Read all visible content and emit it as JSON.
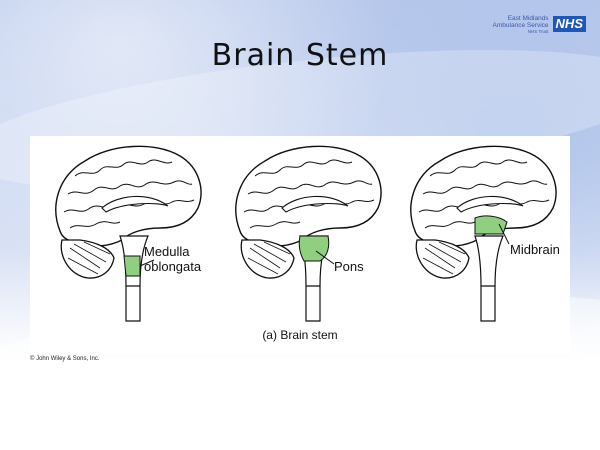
{
  "slide": {
    "title": "Brain Stem"
  },
  "logo": {
    "line1": "East Midlands",
    "line2": "Ambulance Service",
    "line3": "NHS Trust",
    "badge": "NHS"
  },
  "figure": {
    "labels": {
      "medulla": "Medulla oblongata",
      "pons": "Pons",
      "midbrain": "Midbrain"
    },
    "caption": "(a) Brain stem",
    "highlight_color": "#8fcf7f",
    "copyright": "© John Wiley & Sons, Inc."
  }
}
